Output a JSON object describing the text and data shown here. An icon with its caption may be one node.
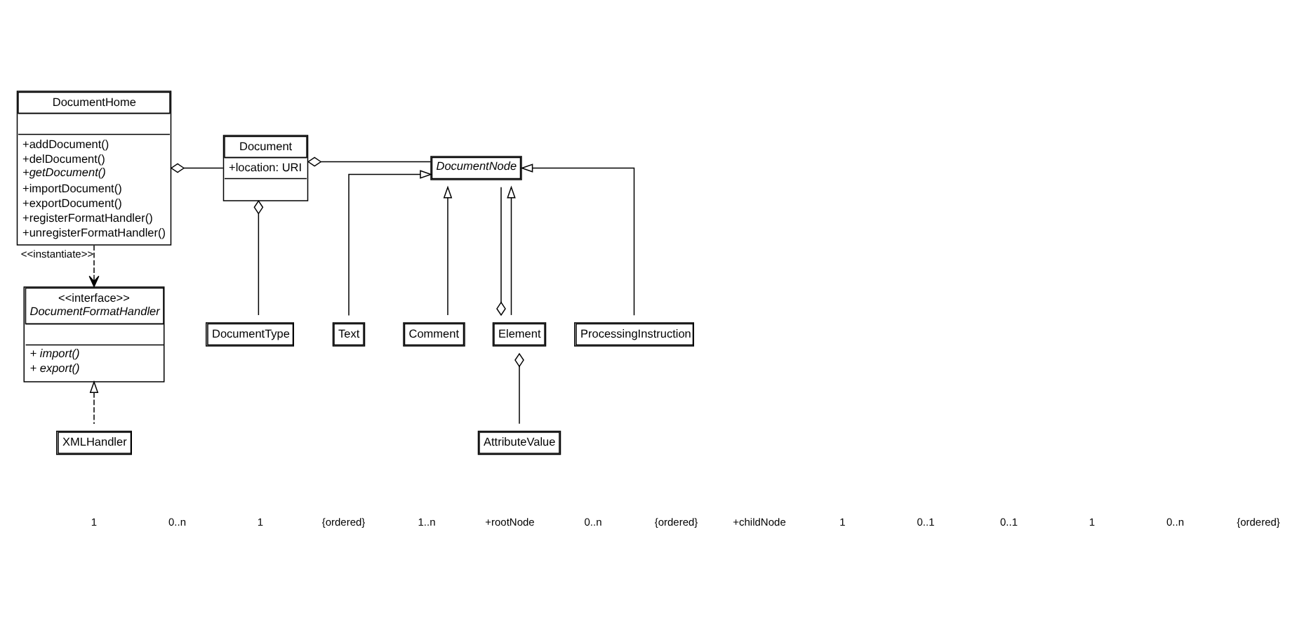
{
  "diagram": {
    "nodes": [
      {
        "text": [
          "DocumentHome",
          "+addDocument()",
          "+delDocument()",
          "+getDocument()",
          "+importDocument()",
          "+exportDocument()",
          "+registerFormatHandler()",
          "+unregisterFormatHandler()"
        ]
      },
      {
        "text": [
          "Document",
          "+location: URI"
        ]
      },
      {
        "text": [
          "DocumentNode"
        ]
      },
      {
        "text": [
          "<<interface>>",
          "DocumentFormatHandler",
          "+ import()",
          "+ export()"
        ]
      },
      {
        "text": [
          "DocumentType"
        ]
      },
      {
        "text": [
          "Text"
        ]
      },
      {
        "text": [
          "Comment"
        ]
      },
      {
        "text": [
          "Element"
        ]
      },
      {
        "text": [
          "XMLHandler"
        ]
      },
      {
        "text": [
          "ProcessingInstruction"
        ]
      },
      {
        "text": [
          "AttributeValue"
        ]
      }
    ],
    "edges": [
      {
        "from": 0,
        "to": 1,
        "arrow": "other"
      },
      {
        "from": 1,
        "to": 4,
        "arrow": "other"
      },
      {
        "from": 1,
        "to": 2,
        "arrow": "other"
      },
      {
        "from": 7,
        "to": 2,
        "arrow": "other"
      },
      {
        "from": 7,
        "to": 10,
        "arrow": "other"
      },
      {
        "from": 5,
        "to": 2,
        "arrow": "to"
      },
      {
        "from": 9,
        "to": 2,
        "arrow": "to"
      },
      {
        "from": 6,
        "to": 2,
        "arrow": "to"
      },
      {
        "from": 7,
        "to": 2,
        "arrow": "to"
      },
      {
        "from": 0,
        "to": 3,
        "arrow": "to",
        "style": "dashed",
        "label": "<<instantiate>>"
      },
      {
        "from": 8,
        "to": 3,
        "arrow": "to",
        "style": "dashed"
      }
    ],
    "labels": [
      "1",
      "0..n",
      "1",
      "{ordered}",
      "1..n",
      "+rootNode",
      "0..n",
      "{ordered}",
      "+childNode",
      "1",
      "0..1",
      "0..1",
      "1",
      "0..n",
      "{ordered}"
    ]
  }
}
